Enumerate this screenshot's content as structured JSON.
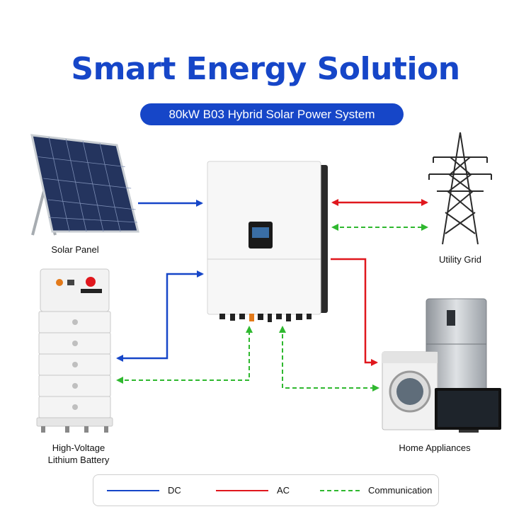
{
  "title": "Smart Energy Solution",
  "subtitle": "80kW B03 Hybrid Solar Power System",
  "components": {
    "solar_panel": "Solar Panel",
    "utility_grid": "Utility Grid",
    "battery_line1": "High-Voltage",
    "battery_line2": "Lithium Battery",
    "home_appliances": "Home Appliances"
  },
  "legend": {
    "dc": "DC",
    "ac": "AC",
    "communication": "Communication"
  },
  "colors": {
    "dc": "#1646c8",
    "ac": "#e0171d",
    "communication": "#2fb82f",
    "title": "#1646c8"
  }
}
